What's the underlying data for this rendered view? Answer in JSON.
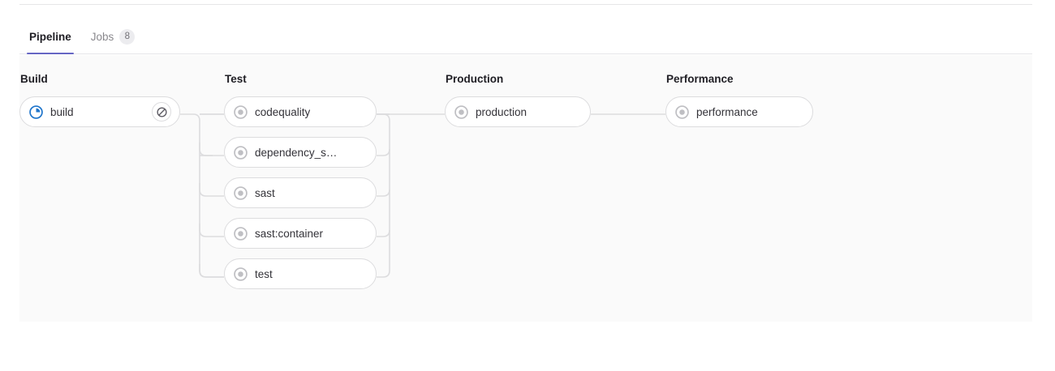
{
  "tabs": [
    {
      "label": "Pipeline",
      "name": "tab-pipeline",
      "active": true,
      "badge": null
    },
    {
      "label": "Jobs",
      "name": "tab-jobs",
      "active": false,
      "badge": "8"
    }
  ],
  "colors": {
    "active_tab_underline": "#6666c4",
    "running_status": "#1f75cb",
    "created_status": "#bfbfc3",
    "graph_background": "#fafafa",
    "pill_border": "#dcdcde",
    "connector_line": "#dcdcde",
    "text_primary": "#1f1e24",
    "text_muted": "#89888d"
  },
  "pipeline": {
    "stages": [
      {
        "name": "build",
        "title": "Build",
        "jobs": [
          {
            "label": "build",
            "status": "running",
            "status_icon": "status-running-icon",
            "action": {
              "icon": "cancel-icon",
              "title": "Cancel"
            }
          }
        ]
      },
      {
        "name": "test",
        "title": "Test",
        "jobs": [
          {
            "label": "codequality",
            "status": "created",
            "status_icon": "status-created-icon",
            "action": null
          },
          {
            "label": "dependency_s…",
            "status": "created",
            "status_icon": "status-created-icon",
            "action": null
          },
          {
            "label": "sast",
            "status": "created",
            "status_icon": "status-created-icon",
            "action": null
          },
          {
            "label": "sast:container",
            "status": "created",
            "status_icon": "status-created-icon",
            "action": null
          },
          {
            "label": "test",
            "status": "created",
            "status_icon": "status-created-icon",
            "action": null
          }
        ]
      },
      {
        "name": "production",
        "title": "Production",
        "jobs": [
          {
            "label": "production",
            "status": "created",
            "status_icon": "status-created-icon",
            "action": null
          }
        ]
      },
      {
        "name": "performance",
        "title": "Performance",
        "jobs": [
          {
            "label": "performance",
            "status": "created",
            "status_icon": "status-created-icon",
            "action": null
          }
        ]
      }
    ]
  }
}
